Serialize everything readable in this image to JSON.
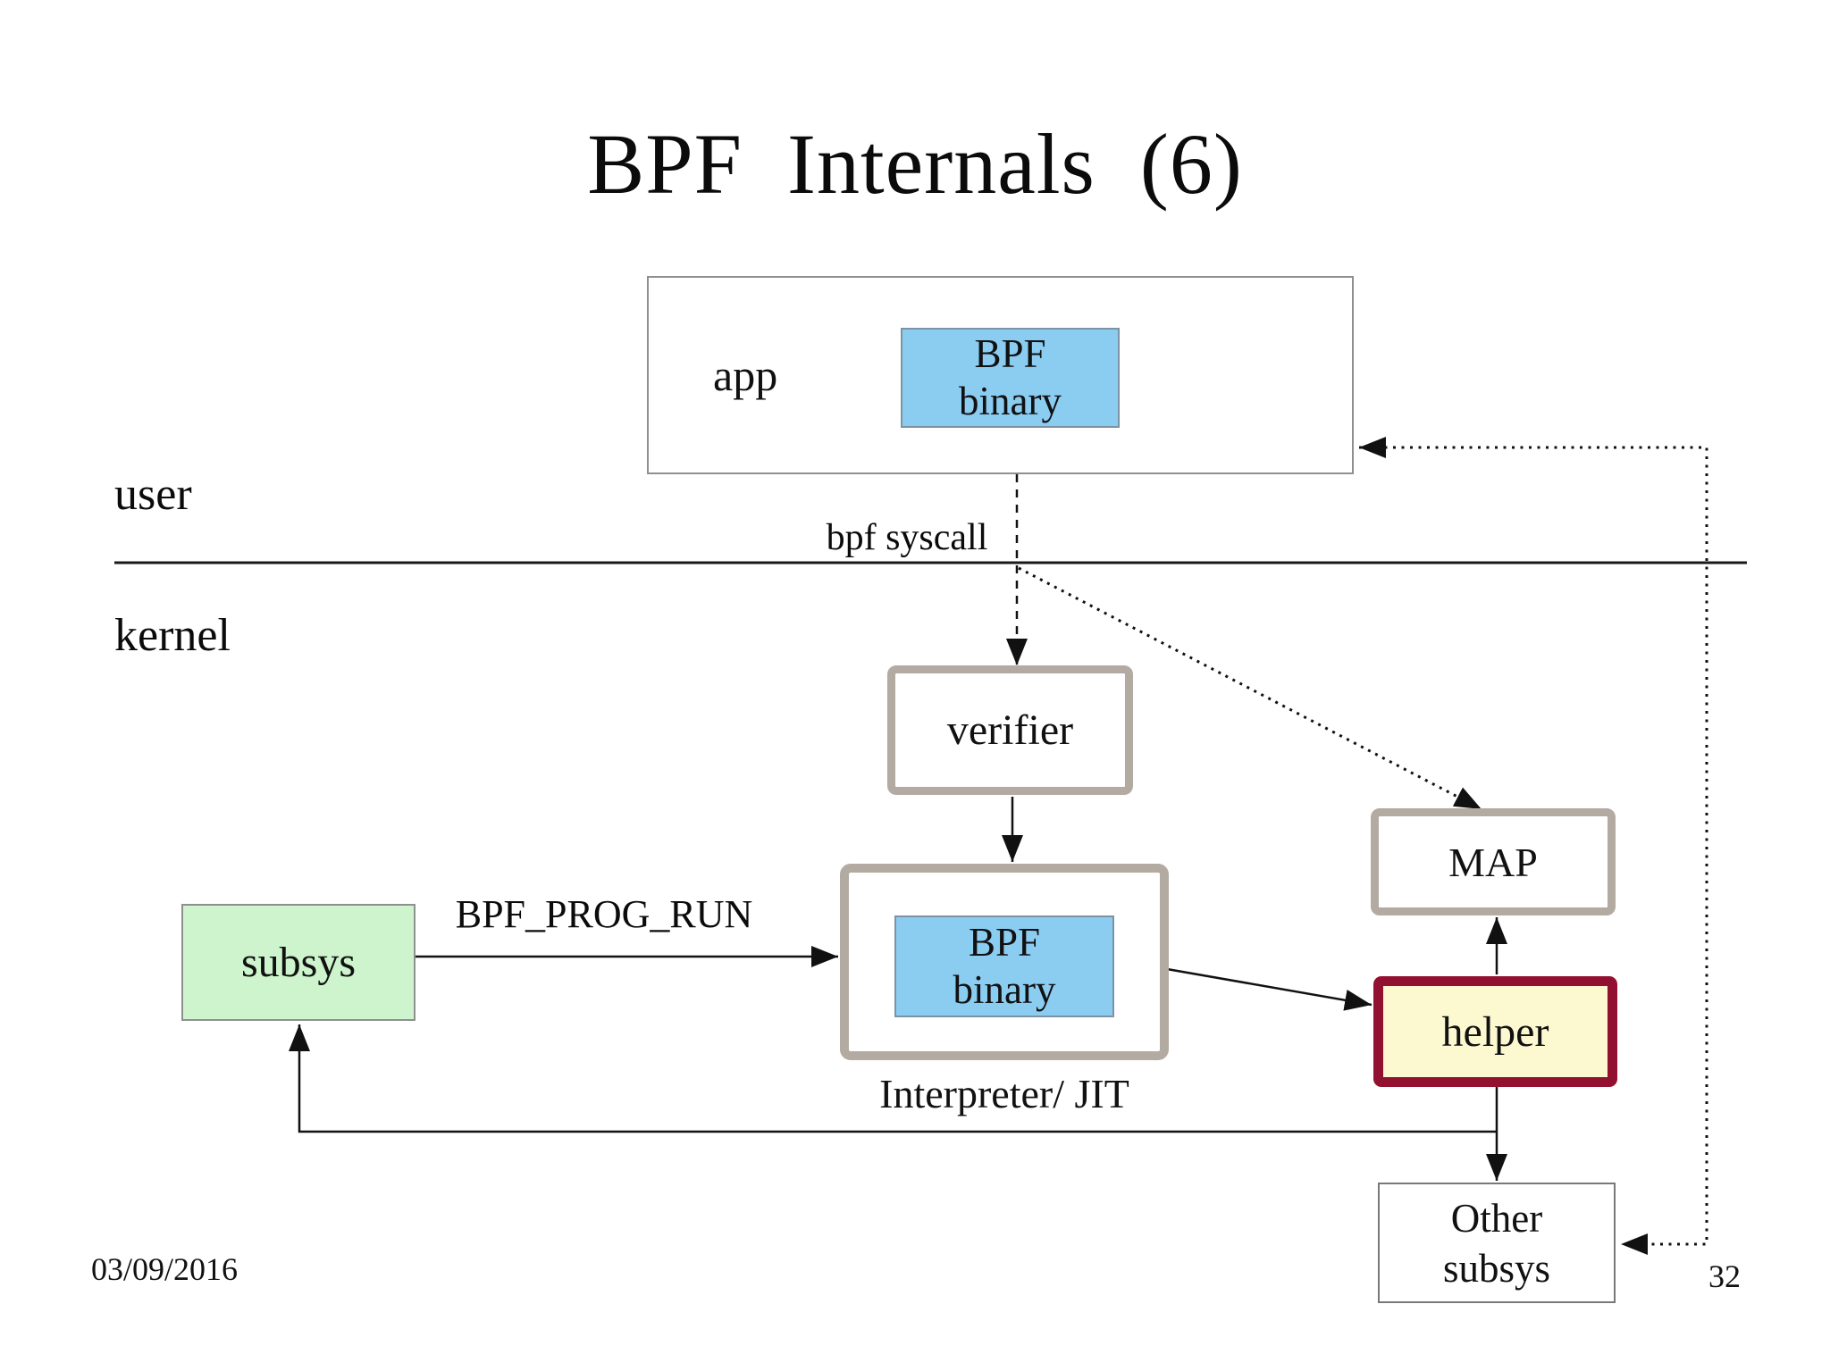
{
  "title": "BPF  Internals  (6)",
  "regions": {
    "user": "user",
    "kernel": "kernel"
  },
  "nodes": {
    "app": {
      "label": "app"
    },
    "bpf_binary": {
      "line1": "BPF",
      "line2": "binary"
    },
    "verifier": {
      "label": "verifier"
    },
    "interpreter": {
      "caption": "Interpreter/ JIT"
    },
    "subsys": {
      "label": "subsys"
    },
    "map": {
      "label": "MAP"
    },
    "helper": {
      "label": "helper"
    },
    "other_subsys": {
      "line1": "Other",
      "line2": "subsys"
    }
  },
  "edges": {
    "bpf_syscall": "bpf syscall",
    "bpf_prog_run": "BPF_PROG_RUN"
  },
  "footer": {
    "date": "03/09/2016",
    "page": "32"
  },
  "colors": {
    "box-border-gray": "#b3aba2",
    "thin-border": "#8f8f8f",
    "blue-fill": "#8bccf1",
    "blue-border": "#7d93a4",
    "green-fill": "#cdf4cd",
    "yellow-fill": "#fcf9d0",
    "maroon-border": "#931130",
    "line-color": "#111111"
  }
}
